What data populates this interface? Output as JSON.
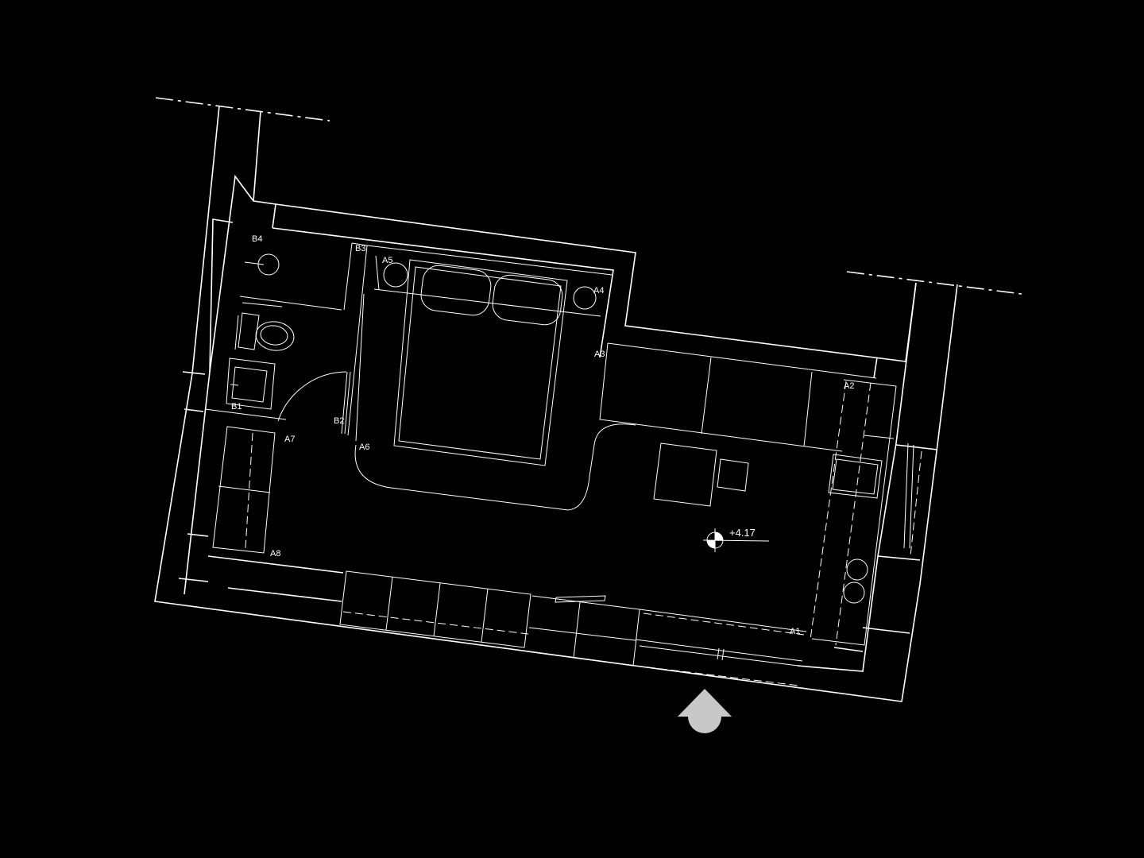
{
  "plan": {
    "labels": {
      "b4": "B4",
      "b3": "B3",
      "b2": "B2",
      "b1": "B1",
      "a1": "A1",
      "a2": "A2",
      "a3": "A3",
      "a4": "A4",
      "a5": "A5",
      "a6": "A6",
      "a7": "A7",
      "a8": "A8"
    },
    "level": "+4.17",
    "colors": {
      "background": "#000000",
      "lines": "#ffffff",
      "entrance_arrow": "#c8c8c8"
    },
    "icons": {
      "entrance": "entrance-arrow-icon",
      "level_marker": "level-marker-icon"
    }
  }
}
